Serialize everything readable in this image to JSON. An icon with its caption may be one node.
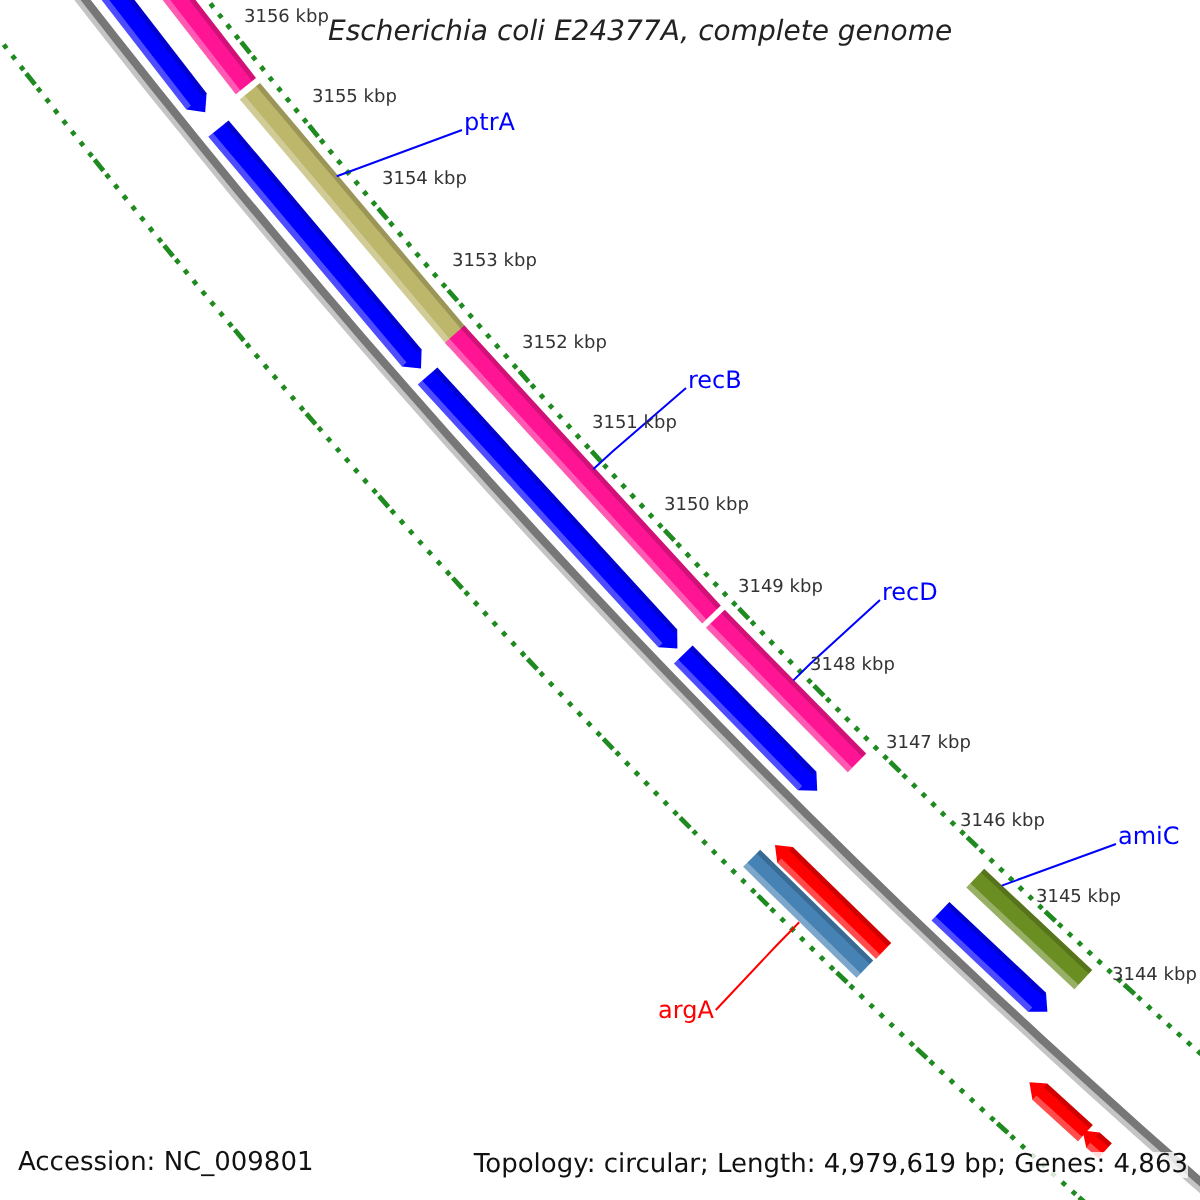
{
  "diagram": {
    "title": "Escherichia coli E24377A, complete genome",
    "nodes": [
      {
        "text": [],
        "shape": "bar"
      },
      {
        "text": [],
        "shape": "bar"
      },
      {
        "text": [
          "ptrA"
        ]
      },
      {
        "text": [],
        "shape": "bar"
      },
      {
        "text": [],
        "shape": "bar"
      },
      {
        "text": [
          "recB"
        ]
      },
      {
        "text": [],
        "shape": "bar"
      },
      {
        "text": [],
        "shape": "bar"
      },
      {
        "text": [
          "recD"
        ]
      },
      {
        "text": [],
        "shape": "bar"
      },
      {
        "text": [],
        "shape": "bar"
      },
      {
        "text": [],
        "shape": "bar"
      },
      {
        "text": [],
        "shape": "bar"
      },
      {
        "text": [
          "amiC"
        ]
      },
      {
        "text": [],
        "shape": "bar"
      },
      {
        "text": [],
        "shape": "bar"
      },
      {
        "text": [
          "argA"
        ]
      },
      {
        "text": [],
        "shape": "bar"
      },
      {
        "text": [],
        "shape": "bar"
      }
    ],
    "edges": [
      {
        "from": 2,
        "to": 3,
        "arrow": "none"
      },
      {
        "from": 5,
        "to": 6,
        "arrow": "none"
      },
      {
        "from": 8,
        "to": 9,
        "arrow": "none"
      },
      {
        "from": 13,
        "to": 14,
        "arrow": "none"
      },
      {
        "from": 16,
        "to": 12,
        "arrow": "none",
        "color": "#ff0000"
      }
    ],
    "labels": [
      "3156 kbp",
      "3155 kbp",
      "3154 kbp",
      "3153 kbp",
      "3152 kbp",
      "3151 kbp",
      "3150 kbp",
      "3149 kbp",
      "3148 kbp",
      "3147 kbp",
      "3146 kbp",
      "3145 kbp",
      "3144 kbp",
      "Accession: NC_009801",
      "Topology: circular; Length: 4,979,619 bp; Genes: 4,863"
    ]
  }
}
